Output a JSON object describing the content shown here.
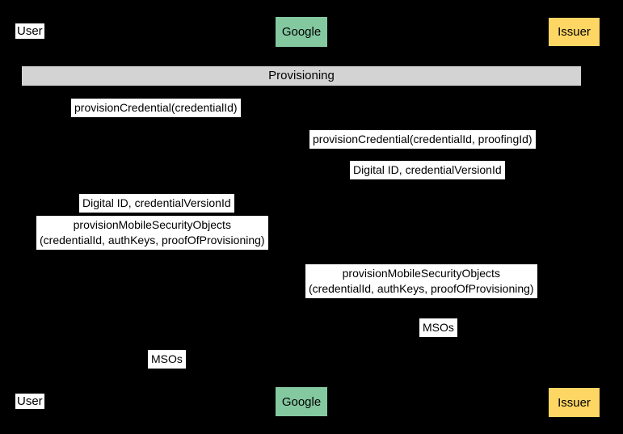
{
  "diagram_type": "sequence",
  "colors": {
    "background": "#000000",
    "user_box": "#ffffff",
    "google_box": "#84c8a0",
    "issuer_box": "#fdd663",
    "frame_band": "#d3d3d3",
    "label_background": "#ffffff",
    "text": "#000000"
  },
  "actors": [
    {
      "id": "user",
      "label": "User"
    },
    {
      "id": "google",
      "label": "Google"
    },
    {
      "id": "issuer",
      "label": "Issuer"
    }
  ],
  "frame": {
    "label": "Provisioning"
  },
  "messages": [
    {
      "from": "User",
      "to": "Google",
      "label": "provisionCredential(credentialId)"
    },
    {
      "from": "Google",
      "to": "Issuer",
      "label": "provisionCredential(credentialId, proofingId)"
    },
    {
      "from": "Issuer",
      "to": "Google",
      "label": "Digital ID, credentialVersionId"
    },
    {
      "from": "Google",
      "to": "User",
      "label": "Digital ID, credentialVersionId"
    },
    {
      "from": "User",
      "to": "Google",
      "label": "provisionMobileSecurityObjects\n(credentialId, authKeys, proofOfProvisioning)"
    },
    {
      "from": "Google",
      "to": "Issuer",
      "label": "provisionMobileSecurityObjects\n(credentialId, authKeys, proofOfProvisioning)"
    },
    {
      "from": "Issuer",
      "to": "Google",
      "label": "MSOs"
    },
    {
      "from": "Google",
      "to": "User",
      "label": "MSOs"
    }
  ]
}
